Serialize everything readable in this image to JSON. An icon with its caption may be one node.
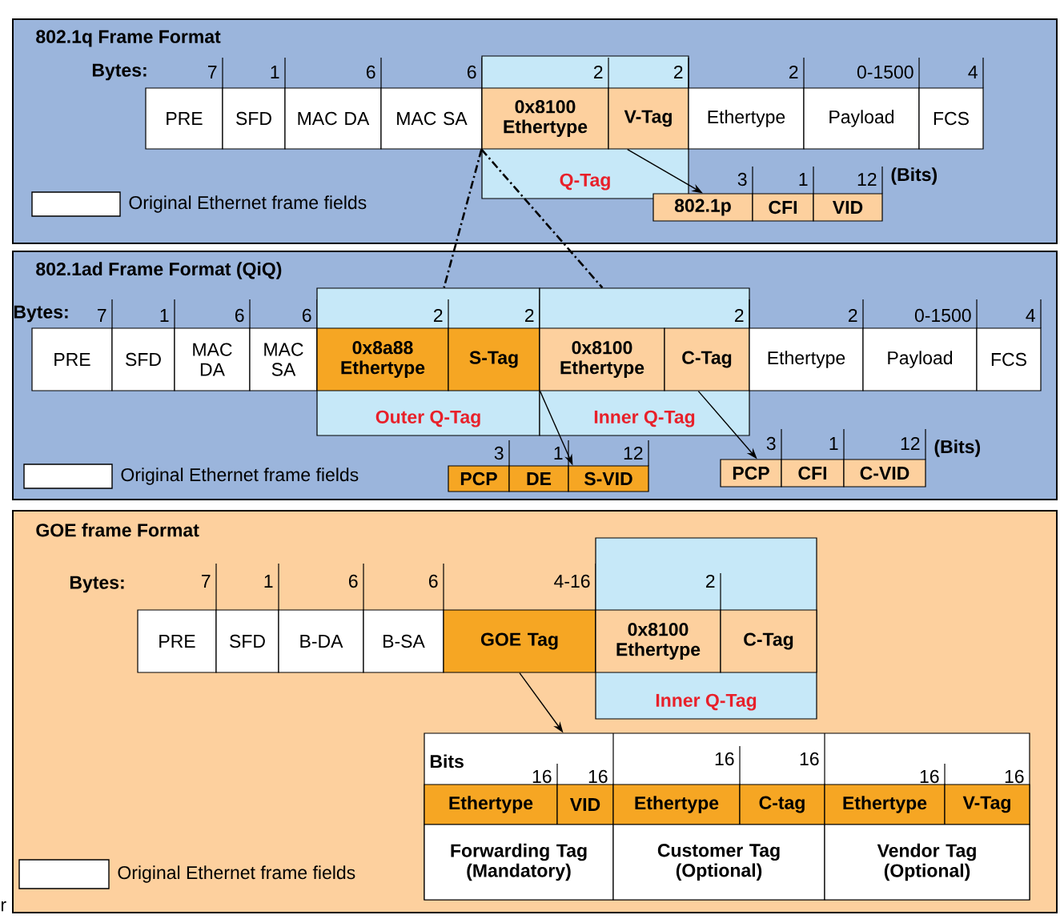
{
  "diagram": {
    "nodes": [
      {
        "text": [
          "802.1q Frame Format"
        ]
      },
      {
        "text": [
          "PRE"
        ],
        "beside": [
          "7"
        ],
        "in": 0
      },
      {
        "text": [
          "SFD"
        ],
        "beside": [
          "1"
        ],
        "in": 0
      },
      {
        "text": [
          "MAC DA"
        ],
        "beside": [
          "6"
        ],
        "in": 0
      },
      {
        "text": [
          "MAC SA"
        ],
        "beside": [
          "6"
        ],
        "in": 0
      },
      {
        "text": [
          "Q-Tag"
        ],
        "in": 0
      },
      {
        "text": [
          "0x8100 Ethertype"
        ],
        "beside": [
          "2"
        ],
        "in": 5
      },
      {
        "text": [
          "V-Tag"
        ],
        "beside": [
          "2"
        ],
        "in": 5
      },
      {
        "text": [
          "Ethertype"
        ],
        "beside": [
          "2"
        ],
        "in": 0
      },
      {
        "text": [
          "Payload"
        ],
        "beside": [
          "0-1500"
        ],
        "in": 0
      },
      {
        "text": [
          "FCS"
        ],
        "beside": [
          "4"
        ],
        "in": 0
      },
      {
        "text": [
          "802.1p"
        ],
        "beside": [
          "3"
        ],
        "in": 0
      },
      {
        "text": [
          "CFI"
        ],
        "beside": [
          "1"
        ],
        "in": 0
      },
      {
        "text": [
          "VID"
        ],
        "beside": [
          "12"
        ],
        "in": 0
      },
      {
        "text": [
          "802.1ad Frame Format (QiQ)"
        ]
      },
      {
        "text": [
          "PRE"
        ],
        "beside": [
          "7"
        ],
        "in": 14
      },
      {
        "text": [
          "SFD"
        ],
        "beside": [
          "1"
        ],
        "in": 14
      },
      {
        "text": [
          "MAC DA"
        ],
        "beside": [
          "6"
        ],
        "in": 14
      },
      {
        "text": [
          "MAC SA"
        ],
        "beside": [
          "6"
        ],
        "in": 14
      },
      {
        "text": [
          "Outer Q-Tag"
        ],
        "in": 14
      },
      {
        "text": [
          "0x8a88 Ethertype"
        ],
        "beside": [
          "2"
        ],
        "in": 19
      },
      {
        "text": [
          "S-Tag"
        ],
        "beside": [
          "2"
        ],
        "in": 19
      },
      {
        "text": [
          "Inner Q-Tag"
        ],
        "in": 14
      },
      {
        "text": [
          "0x8100 Ethertype"
        ],
        "in": 22
      },
      {
        "text": [
          "C-Tag"
        ],
        "beside": [
          "2"
        ],
        "in": 22
      },
      {
        "text": [
          "Ethertype"
        ],
        "beside": [
          "2"
        ],
        "in": 14
      },
      {
        "text": [
          "Payload"
        ],
        "beside": [
          "0-1500"
        ],
        "in": 14
      },
      {
        "text": [
          "FCS"
        ],
        "beside": [
          "4"
        ],
        "in": 14
      },
      {
        "text": [
          "PCP"
        ],
        "beside": [
          "3"
        ],
        "in": 14
      },
      {
        "text": [
          "DE"
        ],
        "beside": [
          "1"
        ],
        "in": 14
      },
      {
        "text": [
          "S-VID"
        ],
        "beside": [
          "12"
        ],
        "in": 14
      },
      {
        "text": [
          "PCP"
        ],
        "beside": [
          "3"
        ],
        "in": 14
      },
      {
        "text": [
          "CFI"
        ],
        "beside": [
          "1"
        ],
        "in": 14
      },
      {
        "text": [
          "C-VID"
        ],
        "beside": [
          "12"
        ],
        "in": 14
      },
      {
        "text": [
          "GOE frame Format"
        ]
      },
      {
        "text": [
          "PRE"
        ],
        "beside": [
          "7"
        ],
        "in": 34
      },
      {
        "text": [
          "SFD"
        ],
        "beside": [
          "1"
        ],
        "in": 34
      },
      {
        "text": [
          "B-DA"
        ],
        "beside": [
          "6"
        ],
        "in": 34
      },
      {
        "text": [
          "B-SA"
        ],
        "beside": [
          "6"
        ],
        "in": 34
      },
      {
        "text": [
          "GOE Tag"
        ],
        "beside": [
          "4-16"
        ],
        "in": 34
      },
      {
        "text": [
          "Inner Q-Tag"
        ],
        "in": 34
      },
      {
        "text": [
          "0x8100 Ethertype"
        ],
        "beside": [
          "2"
        ],
        "in": 40
      },
      {
        "text": [
          "C-Tag"
        ],
        "in": 40
      },
      {
        "text": [
          "Bits"
        ],
        "in": 34
      },
      {
        "text": [
          "Ethertype"
        ],
        "beside": [
          "16"
        ],
        "in": 43
      },
      {
        "text": [
          "VID"
        ],
        "beside": [
          "16"
        ],
        "in": 43
      },
      {
        "text": [
          "Ethertype"
        ],
        "beside": [
          "16"
        ],
        "in": 43
      },
      {
        "text": [
          "C-tag"
        ],
        "beside": [
          "16"
        ],
        "in": 43
      },
      {
        "text": [
          "Ethertype"
        ],
        "beside": [
          "16"
        ],
        "in": 43
      },
      {
        "text": [
          "V-Tag"
        ],
        "beside": [
          "16"
        ],
        "in": 43
      },
      {
        "text": [
          "Forwarding Tag (Mandatory)"
        ],
        "in": 43
      },
      {
        "text": [
          "Customer Tag (Optional)"
        ],
        "in": 43
      },
      {
        "text": [
          "Vendor Tag (Optional)"
        ],
        "in": 43
      }
    ],
    "edges": [
      {
        "from": 7,
        "to": 11,
        "arrow": "to"
      },
      {
        "from": 6,
        "to": 19,
        "arrow": "none",
        "style": "dashed"
      },
      {
        "from": 6,
        "to": 22,
        "arrow": "none",
        "style": "dashed"
      },
      {
        "from": 21,
        "to": 30,
        "arrow": "to"
      },
      {
        "from": 24,
        "to": 31,
        "arrow": "to"
      },
      {
        "from": 39,
        "to": 43,
        "arrow": "to"
      }
    ],
    "labels": [
      "Bytes:",
      "(Bits)",
      "Bytes:",
      "(Bits)",
      "Bytes:",
      "r"
    ],
    "legend": [
      {
        "text": "Original Ethernet frame fields",
        "color": "#ffffff"
      },
      {
        "text": "Original Ethernet frame fields",
        "color": "#ffffff"
      },
      {
        "text": "Original Ethernet frame fields",
        "color": "#ffffff"
      }
    ]
  }
}
